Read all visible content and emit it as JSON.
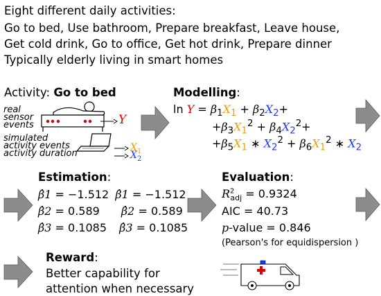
{
  "intro": {
    "line1": "Eight different daily activities:",
    "line2": "Go to bed, Use bathroom, Prepare breakfast, Leave house,",
    "line3": "Get cold drink, Go to office, Get hot drink, Prepare dinner",
    "line4": "Typically elderly living in smart homes"
  },
  "activity": {
    "label": "Activity:",
    "value": "Go to bed",
    "sensor_label": [
      "real",
      "sensor",
      "events"
    ],
    "y_symbol": "Y",
    "sim_label": [
      "simulated",
      "activity events",
      "activity duration"
    ],
    "x1_symbol": "X",
    "x1_sub": "1",
    "x2_symbol": "X",
    "x2_sub": "2"
  },
  "modelling": {
    "title": "Modelling",
    "colon": ":",
    "ln": "ln",
    "Y": "Y",
    "X1": "X1",
    "X2": "X2",
    "beta1": "β1",
    "beta2": "β2",
    "beta3": "β3",
    "beta4": "β4",
    "beta5": "β5",
    "beta6": "β6"
  },
  "estimation": {
    "title": "Estimation",
    "colon": ":",
    "rows": [
      {
        "left_sym": "β̂1",
        "left_val": "= −1.512",
        "right_sym": "β̂1",
        "right_val": "= −1.512"
      },
      {
        "left_sym": "β̂2",
        "left_val": "= 0.589",
        "right_sym": "β̂2",
        "right_val": "= 0.589"
      },
      {
        "left_sym": "β̂3",
        "left_val": "= 0.1085",
        "right_sym": "β̂3",
        "right_val": "= 0.1085"
      }
    ]
  },
  "evaluation": {
    "title": "Evaluation",
    "colon": ":",
    "r2_symbol": "R",
    "r2_sup": "2",
    "r2_sub": "adj",
    "r2_value": "= 0.9324",
    "aic_label": "AIC",
    "aic_value": "= 40.73",
    "p_symbol": "p",
    "p_label": "-value",
    "p_value": "= 0.846",
    "note": "(Pearson's for equidispersion )"
  },
  "reward": {
    "title": "Reward",
    "colon": ":",
    "line1": "Better capability for",
    "line2": "attention when necessary"
  },
  "colors": {
    "y_red": "#e00000",
    "x1_orange": "#f0a000",
    "x2_blue": "#1a3cff",
    "arrow_gray": "#8c8c8c",
    "sensor_dot": "#c01010",
    "cross_red": "#e00000"
  }
}
